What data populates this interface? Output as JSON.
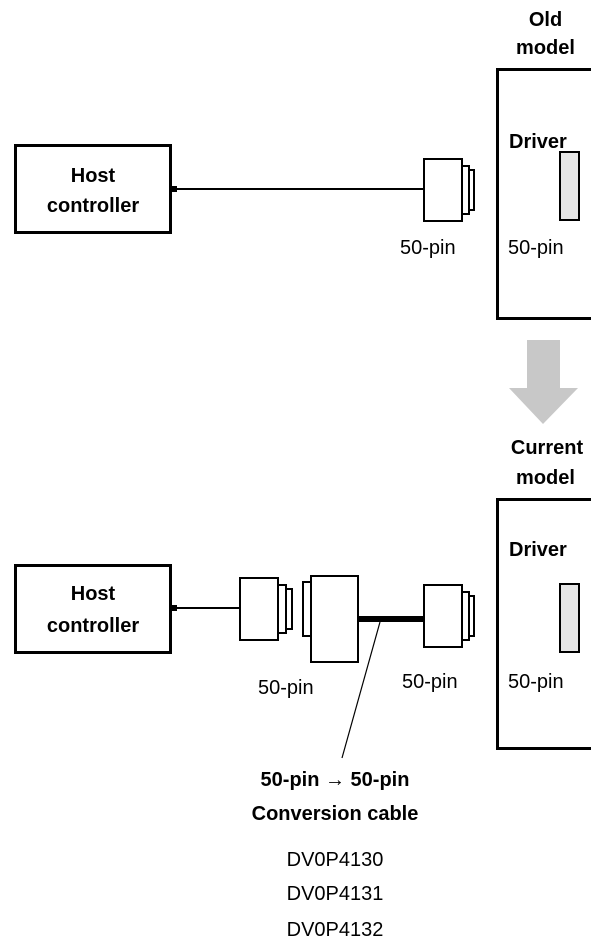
{
  "old_section": {
    "model_label_line1": "Old",
    "model_label_line2": "model",
    "host_line1": "Host",
    "host_line2": "controller",
    "driver_label": "Driver",
    "cable_connector_label": "50-pin",
    "driver_connector_label": "50-pin"
  },
  "current_section": {
    "model_label_line1": "Current",
    "model_label_line2": "model",
    "host_line1": "Host",
    "host_line2": "controller",
    "driver_label": "Driver",
    "host_side_connector_label": "50-pin",
    "cable_connector_label": "50-pin",
    "driver_connector_label": "50-pin",
    "conversion_title_line1": "50-pin → 50-pin",
    "conversion_title_line2": "Conversion cable",
    "part_numbers": [
      "DV0P4130",
      "DV0P4131",
      "DV0P4132"
    ]
  },
  "colors": {
    "line": "#000000",
    "connector_fill": "#ffffff",
    "socket_fill": "#e6e6e6",
    "arrow": "#c8c8c8"
  }
}
